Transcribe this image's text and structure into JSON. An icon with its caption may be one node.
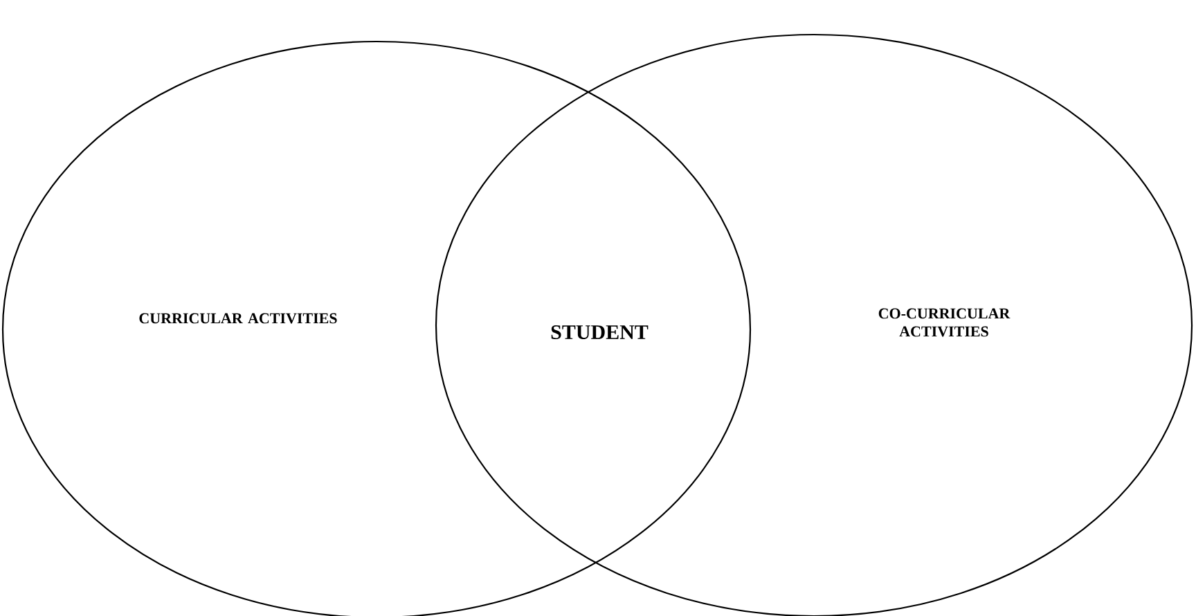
{
  "diagram": {
    "nodes": [
      {
        "text": [
          "CURRICULAR ACTIVITIES"
        ]
      },
      {
        "text": [
          "CO-CURRICULAR ACTIVITIES"
        ]
      }
    ],
    "labels": [
      "STUDENT"
    ]
  }
}
